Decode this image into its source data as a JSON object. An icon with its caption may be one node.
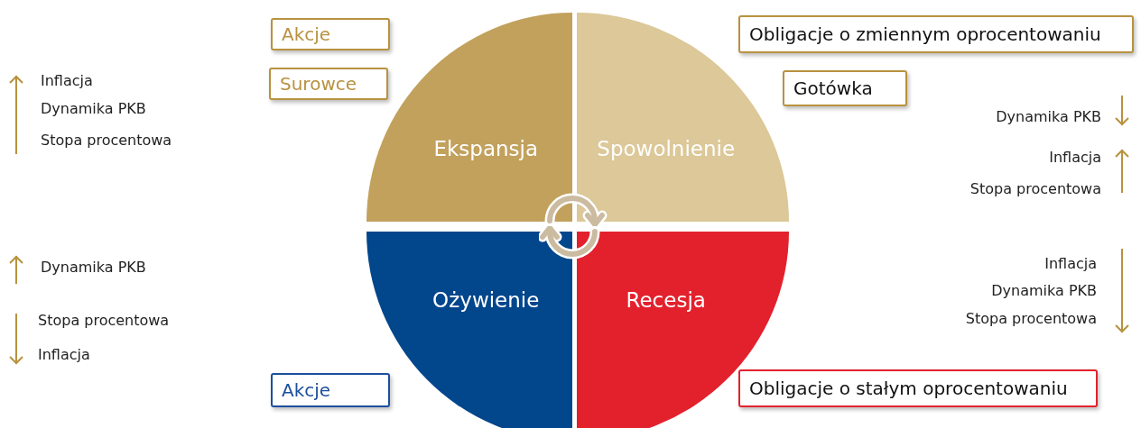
{
  "diagram": {
    "nodes": [
      {
        "text": [
          "Akcje"
        ]
      },
      {
        "text": [
          "Obligacje o zmiennym oprocentowaniu"
        ]
      },
      {
        "text": [
          "Surowce"
        ]
      },
      {
        "text": [
          "Gotówka"
        ]
      },
      {
        "text": [
          "Ekspansja"
        ]
      },
      {
        "text": [
          "Spowolnienie"
        ]
      },
      {
        "text": [
          "Ożywienie"
        ]
      },
      {
        "text": [
          "Recesja"
        ]
      },
      {
        "text": [
          "Akcje"
        ]
      },
      {
        "text": [
          "Obligacje o stałym oprocentowaniu"
        ]
      }
    ],
    "edges": [
      {
        "from": 4,
        "to": 5,
        "arrow": "to"
      },
      {
        "from": 7,
        "to": 6,
        "arrow": "to"
      }
    ],
    "labels": [
      "Inflacja",
      "Dynamika PKB",
      "Stopa procentowa",
      "Dynamika PKB",
      "Inflacja",
      "Stopa procentowa",
      "Dynamika PKB",
      "Stopa procentowa",
      "Inflacja",
      "Inflacja",
      "Dynamika PKB",
      "Stopa procentowa"
    ]
  }
}
